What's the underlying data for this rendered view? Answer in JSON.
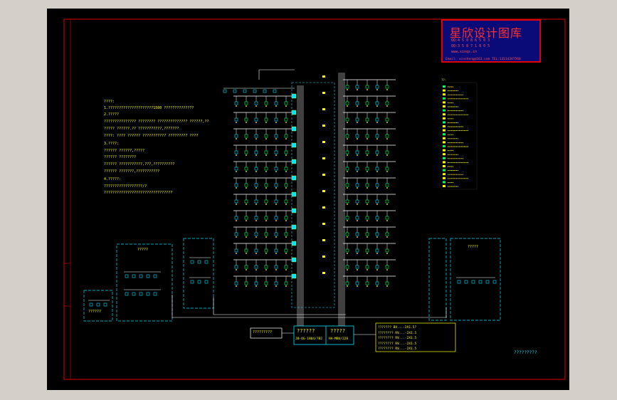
{
  "colors": {
    "background": "#000000",
    "frame": "#e00000",
    "panel": "#00e5ff",
    "wire": "#ffffff",
    "text": "#ffff00",
    "logo_bg": "#0a0a78",
    "logo_text": "#ff3030"
  },
  "logo": {
    "title": "星欣设计图库",
    "line1": "QQ:4 5 0 8 6 5 0 3",
    "line2": "QQ:3 5 8 7 1 8 0 5",
    "line3": "www.xinqs.cn",
    "email": "Email: xinsheng@163.com  TEL:13114347560"
  },
  "notes": {
    "title": "????:",
    "n1": "1.?????????????????????1500   ??????????????",
    "n2": "2.?????",
    "n3": "  ??????????????? ????????      ?????????????? ??????,??",
    "n4": "  ????? ??????.??     ???????????,???????",
    "n5": "  ????: ???? ??????    ??????????? ????????? ????",
    "n6": "3.????:",
    "n7": "  ?????? ??????,?????",
    "n8": "  ?????? ????????",
    "n9": "  ?????? ???????????,???,??????????",
    "n10": "  ?????? ???????,???????????",
    "n11": "4.?????:",
    "n12": "  ??????????????????/?",
    "n13": "  ????????????????????????????????"
  },
  "bottom": {
    "left_box": "?????????",
    "center_label": "??????",
    "center_cable": "JB-QG-1804/?B2",
    "right_label": "?????",
    "right_cable": "HA-MBU/228",
    "cable_list": [
      "???????  BV...-2X1.5?",
      "????????   RV...-2X1.5",
      "????????   RV...-2X1.5",
      "????????   RV...-2X1.5",
      "????????   RV...-2X1.5"
    ],
    "drawing_title": "?????????"
  },
  "panels": {
    "left_upper": "?????",
    "left_lower": "??????",
    "right": "?????"
  },
  "legend": {
    "title": "??:"
  }
}
